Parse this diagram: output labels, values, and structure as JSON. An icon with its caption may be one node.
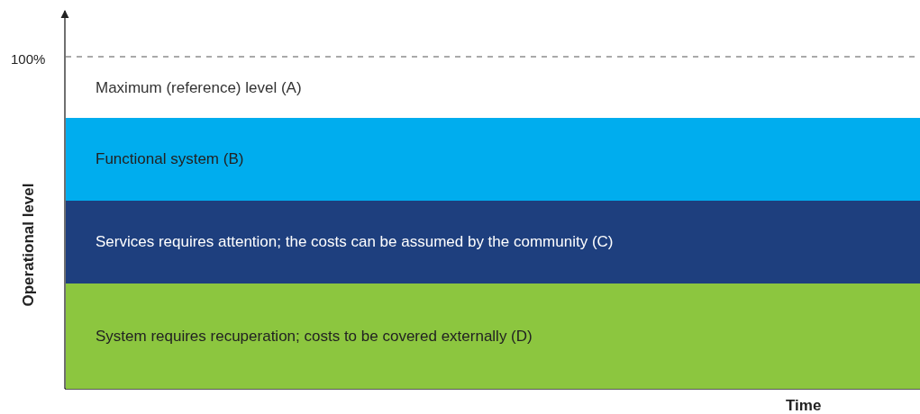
{
  "diagram": {
    "nodes": [
      {
        "text": [
          "Maximum (reference) level (A)"
        ]
      },
      {
        "text": [
          "Functional system (B)"
        ]
      },
      {
        "text": [
          "Services requires attention; the costs can be assumed by the community (C)"
        ]
      },
      {
        "text": [
          "System requires recuperation; costs to be covered externally (D)"
        ]
      }
    ],
    "labels": [
      "100%",
      "Operational level",
      "Time"
    ]
  }
}
